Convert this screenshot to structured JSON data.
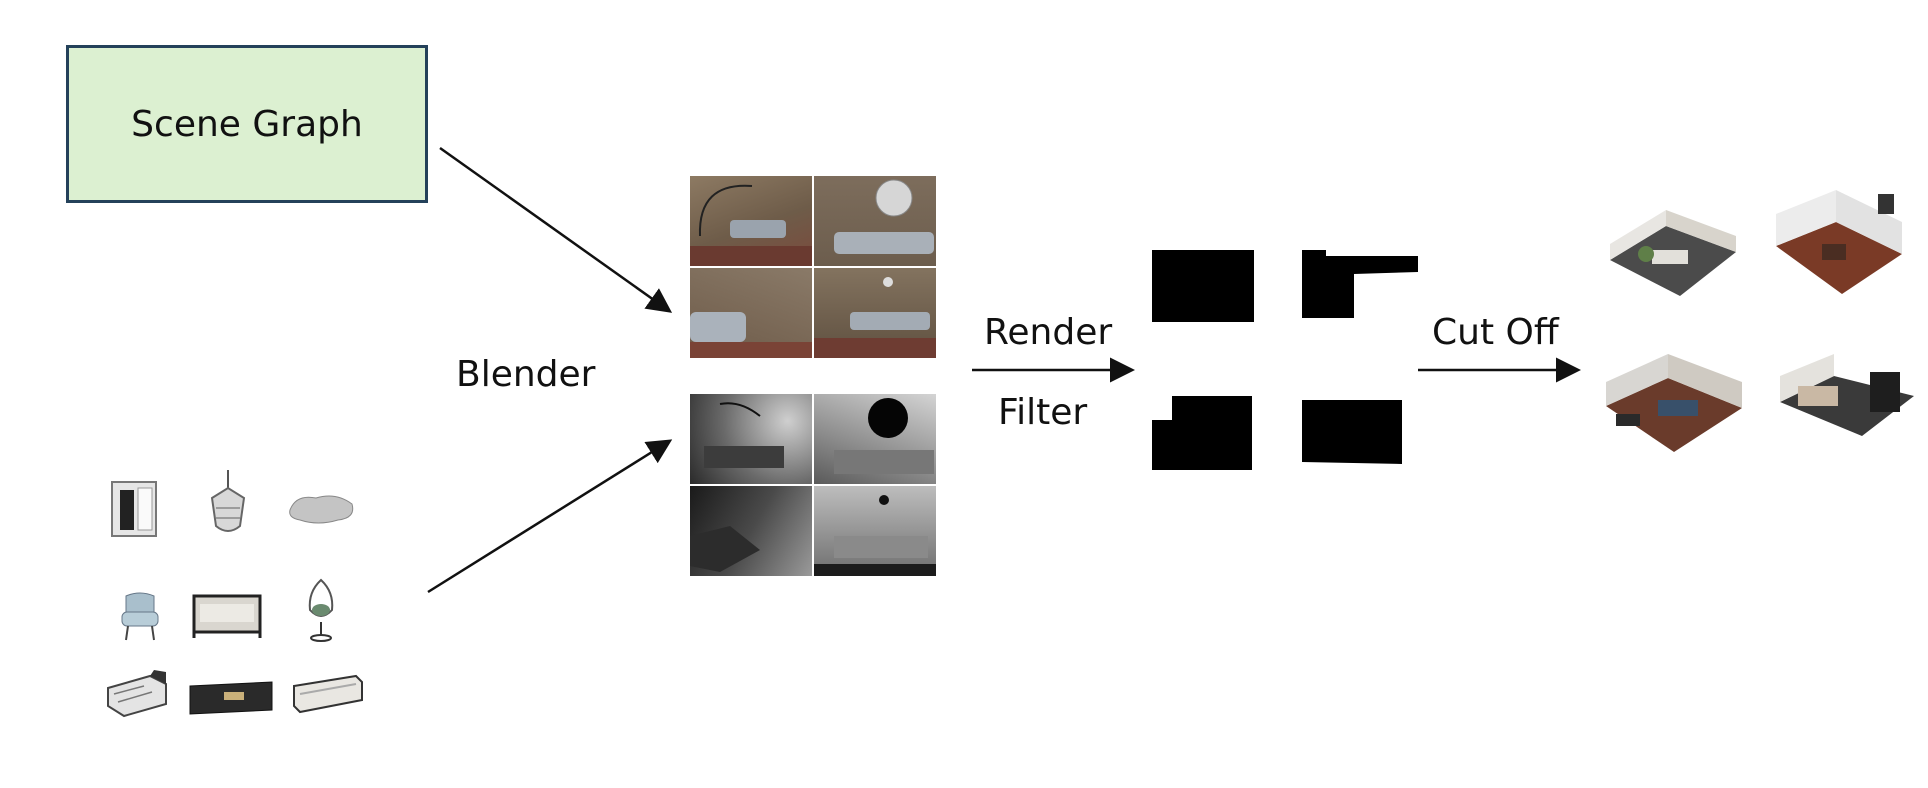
{
  "scene_graph": {
    "label": "Scene Graph"
  },
  "steps": {
    "blender": "Blender",
    "render": "Render",
    "filter": "Filter",
    "cut_off": "Cut Off"
  },
  "colors": {
    "scene_graph_fill": "#dcf0d1",
    "scene_graph_border": "#24415a",
    "arrow": "#111111",
    "mask": "#000000"
  },
  "assets": [
    "wardrobe-icon",
    "chandelier-icon",
    "rug-icon",
    "armchair-icon",
    "sofa-frame-icon",
    "hanging-chair-icon",
    "bed-icon",
    "tv-cabinet-icon",
    "couch-icon"
  ]
}
